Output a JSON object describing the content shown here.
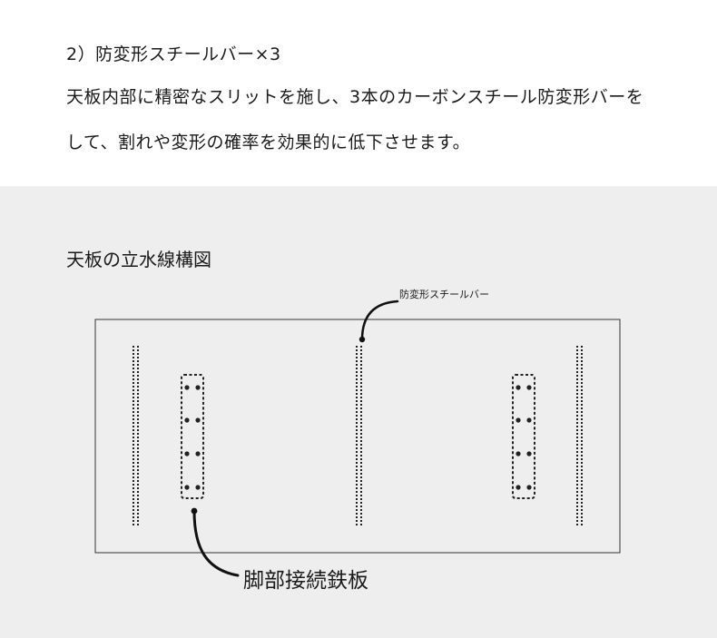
{
  "section": {
    "heading": "2）防変形スチールバー×3",
    "paragraph_line1": "天板内部に精密なスリットを施し、3本のカーボンスチール防変形バーを",
    "paragraph_line2": "して、割れや変形の確率を効果的に低下させます。"
  },
  "diagram": {
    "title": "天板の立水線構図",
    "bar_label": "防変形スチールバー",
    "plate_label": "脚部接続鉄板",
    "colors": {
      "line": "#222222",
      "panel_bg": "#eeeeee",
      "board_fill": "#eeeeee"
    }
  }
}
